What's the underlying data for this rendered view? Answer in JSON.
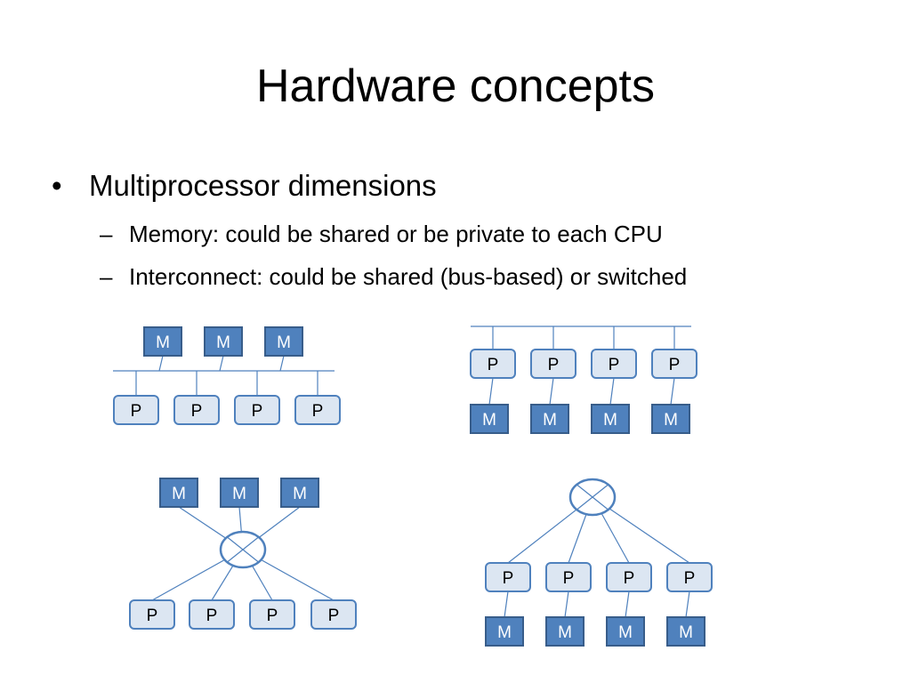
{
  "slide": {
    "title": "Hardware concepts",
    "bullets": [
      {
        "bullet_glyph": "•",
        "text": "Multiprocessor dimensions",
        "sub_items": [
          {
            "dash_glyph": "–",
            "text": "Memory: could be shared or be private to each CPU"
          },
          {
            "dash_glyph": "–",
            "text": "Interconnect: could be shared (bus-based) or switched"
          }
        ]
      }
    ]
  },
  "diagrams": {
    "memory_label": "M",
    "processor_label": "P",
    "colors": {
      "memory_fill": "#4f81bd",
      "memory_border": "#385d8a",
      "memory_text": "#ffffff",
      "processor_fill": "#dce6f2",
      "processor_border": "#4f81bd",
      "processor_text": "#000000",
      "link_line": "#4f81bd"
    },
    "panels": [
      {
        "name": "shared-memory-bus",
        "interconnect": "bus",
        "memory": "shared",
        "processor_count": 4,
        "memory_count": 3
      },
      {
        "name": "private-memory-bus",
        "interconnect": "bus",
        "memory": "private",
        "processor_count": 4,
        "memory_count": 4
      },
      {
        "name": "shared-memory-switch",
        "interconnect": "switch",
        "memory": "shared",
        "processor_count": 4,
        "memory_count": 3
      },
      {
        "name": "private-memory-switch",
        "interconnect": "switch",
        "memory": "private",
        "processor_count": 4,
        "memory_count": 4
      }
    ]
  }
}
